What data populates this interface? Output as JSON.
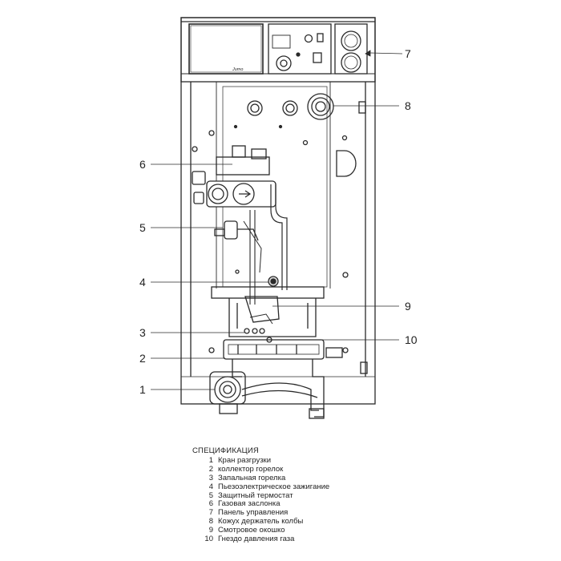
{
  "brand_mark": "Jumo",
  "callouts": [
    {
      "number": "1",
      "target": "Кран разгрузки"
    },
    {
      "number": "2",
      "target": "коллектор горелок"
    },
    {
      "number": "3",
      "target": "Запальная горелка"
    },
    {
      "number": "4",
      "target": "Пьезоэлектрическое зажигание"
    },
    {
      "number": "5",
      "target": "Защитный термостат"
    },
    {
      "number": "6",
      "target": "Газовая заслонка"
    },
    {
      "number": "7",
      "target": "Панель управления"
    },
    {
      "number": "8",
      "target": "Кожух держатель колбы"
    },
    {
      "number": "9",
      "target": "Смотровое окошко"
    },
    {
      "number": "10",
      "target": "Гнездо давления газа"
    }
  ],
  "spec": {
    "title": "СПЕЦИФИКАЦИЯ",
    "items": [
      {
        "num": "1",
        "text": "Кран разгрузки"
      },
      {
        "num": "2",
        "text": "коллектор горелок"
      },
      {
        "num": "3",
        "text": "Запальная горелка"
      },
      {
        "num": "4",
        "text": "Пьезоэлектрическое зажигание"
      },
      {
        "num": "5",
        "text": "Защитный термостат"
      },
      {
        "num": "6",
        "text": "Газовая заслонка"
      },
      {
        "num": "7",
        "text": "Панель управления"
      },
      {
        "num": "8",
        "text": "Кожух держатель колбы"
      },
      {
        "num": "9",
        "text": "Смотровое окошко"
      },
      {
        "num": "10",
        "text": "Гнездо давления газа"
      }
    ]
  },
  "colors": {
    "line": "#2a2a2a",
    "fill": "#ffffff",
    "shade": "#d9d9d9"
  }
}
